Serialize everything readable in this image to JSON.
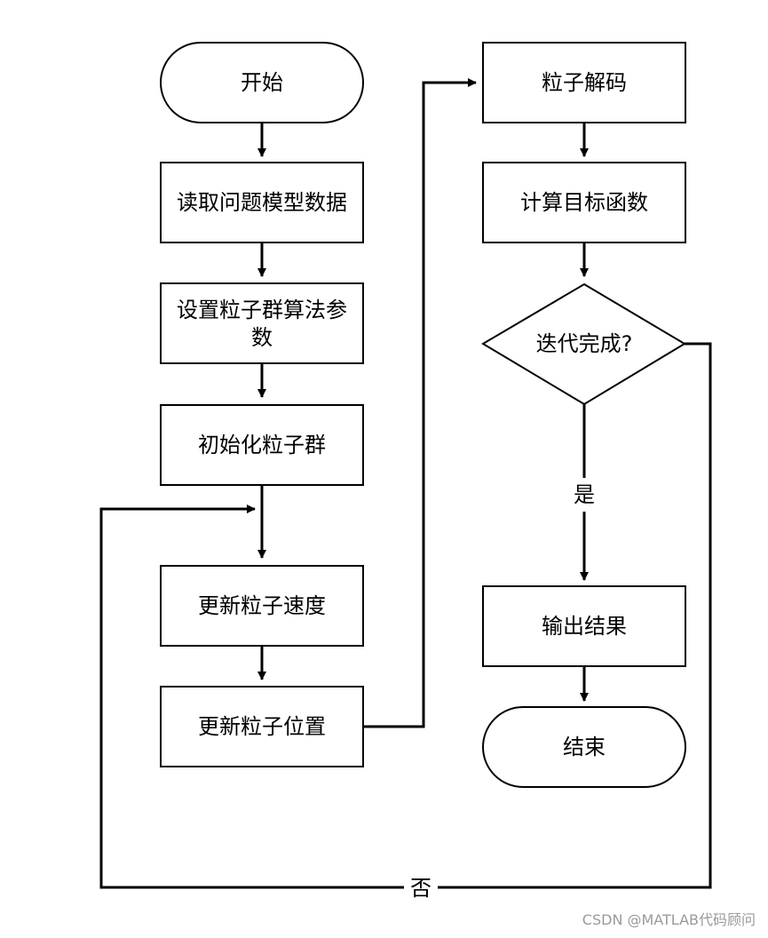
{
  "flowchart": {
    "nodes": {
      "start": "开始",
      "read_data": "读取问题模型数据",
      "set_params_line1": "设置粒子群算法参",
      "set_params_line2": "数",
      "init_swarm": "初始化粒子群",
      "update_velocity": "更新粒子速度",
      "update_position": "更新粒子位置",
      "decode": "粒子解码",
      "compute_objective": "计算目标函数",
      "iteration_done": "迭代完成?",
      "output_result": "输出结果",
      "end": "结束"
    },
    "edge_labels": {
      "yes": "是",
      "no": "否"
    }
  },
  "watermark": "CSDN @MATLAB代码顾问"
}
